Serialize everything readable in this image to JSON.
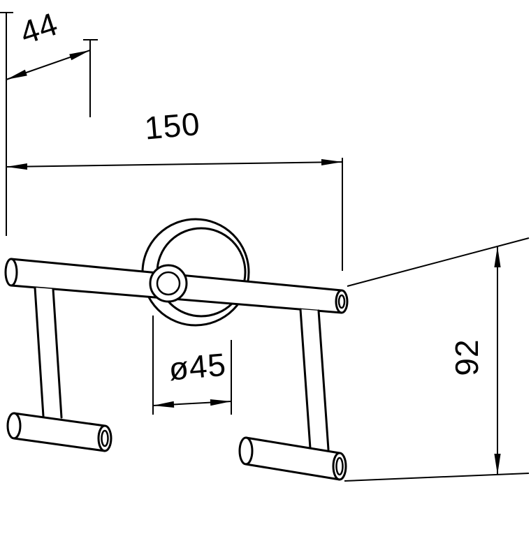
{
  "drawing": {
    "labels": {
      "dim_offset": "44",
      "dim_width": "150",
      "dim_diameter": "ø45",
      "dim_height": "92"
    },
    "colors": {
      "line": "#000000",
      "background": "#ffffff"
    }
  }
}
